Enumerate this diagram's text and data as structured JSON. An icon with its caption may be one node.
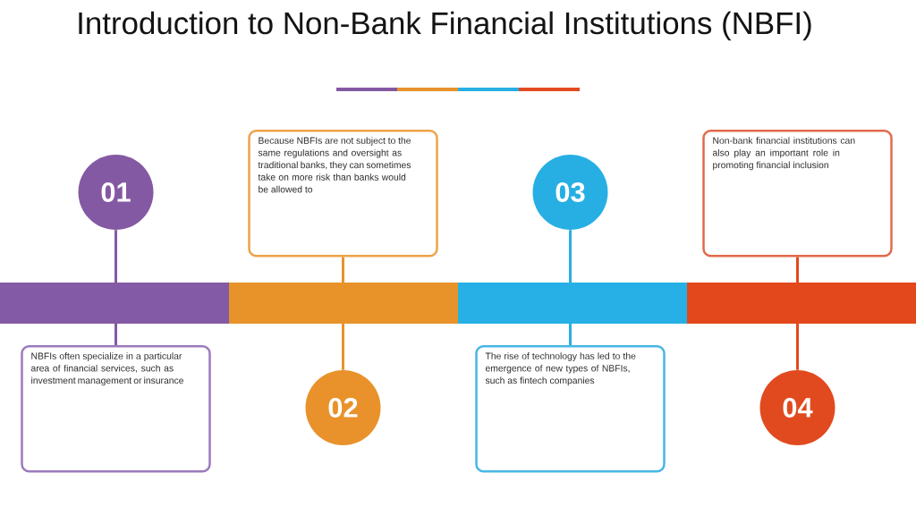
{
  "diagram": {
    "title": "Introduction to Non-Bank Financial Institutions (NBFI)",
    "nodes": [
      {
        "text": [
          "01"
        ]
      },
      {
        "text": [],
        "shape": "bar"
      },
      {
        "text": [
          "NBFIs often specialize in a particular area of financial services, such as investment management or insurance"
        ]
      },
      {
        "text": [
          "Because NBFIs are not subject to the same regulations and oversight as traditional banks, they can sometimes take on more risk than banks would be allowed to"
        ]
      },
      {
        "text": [],
        "shape": "bar"
      },
      {
        "text": [
          "02"
        ]
      },
      {
        "text": [
          "03"
        ]
      },
      {
        "text": [],
        "shape": "bar"
      },
      {
        "text": [
          "The rise of technology has led to the emergence of new types of NBFIs, such as fintech companies"
        ]
      },
      {
        "text": [
          "Non-bank financial institutions can also play an important role in promoting financial inclusion"
        ]
      },
      {
        "text": [],
        "shape": "bar"
      },
      {
        "text": [
          "04"
        ]
      }
    ],
    "edges": [
      {
        "from": 0,
        "to": 1,
        "arrow": "none",
        "color": "#8459a3"
      },
      {
        "from": 1,
        "to": 2,
        "arrow": "none",
        "color": "#8459a3"
      },
      {
        "from": 3,
        "to": 4,
        "arrow": "none",
        "color": "#e8932b"
      },
      {
        "from": 4,
        "to": 5,
        "arrow": "none",
        "color": "#e8932b"
      },
      {
        "from": 6,
        "to": 7,
        "arrow": "none",
        "color": "#27afe4"
      },
      {
        "from": 7,
        "to": 8,
        "arrow": "none",
        "color": "#27afe4"
      },
      {
        "from": 9,
        "to": 10,
        "arrow": "none",
        "color": "#e24a1f"
      },
      {
        "from": 10,
        "to": 11,
        "arrow": "none",
        "color": "#e24a1f"
      }
    ]
  }
}
